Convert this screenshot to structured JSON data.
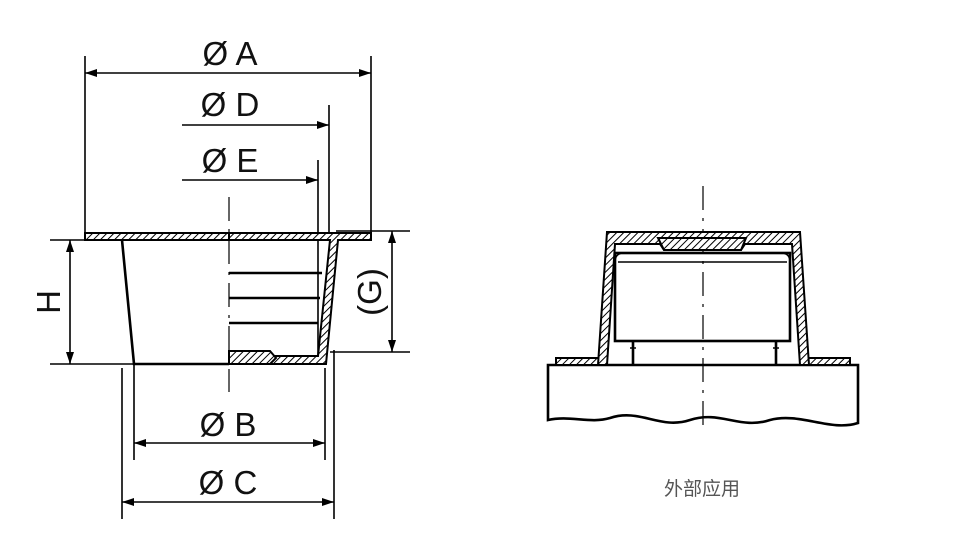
{
  "dimensions": {
    "a": "Ø A",
    "d": "Ø D",
    "e": "Ø E",
    "h": "H",
    "g": "(G)",
    "b": "Ø B",
    "c": "Ø C"
  },
  "application": {
    "caption": "外部应用"
  },
  "colors": {
    "line": "#000000",
    "caption": "#555555"
  }
}
